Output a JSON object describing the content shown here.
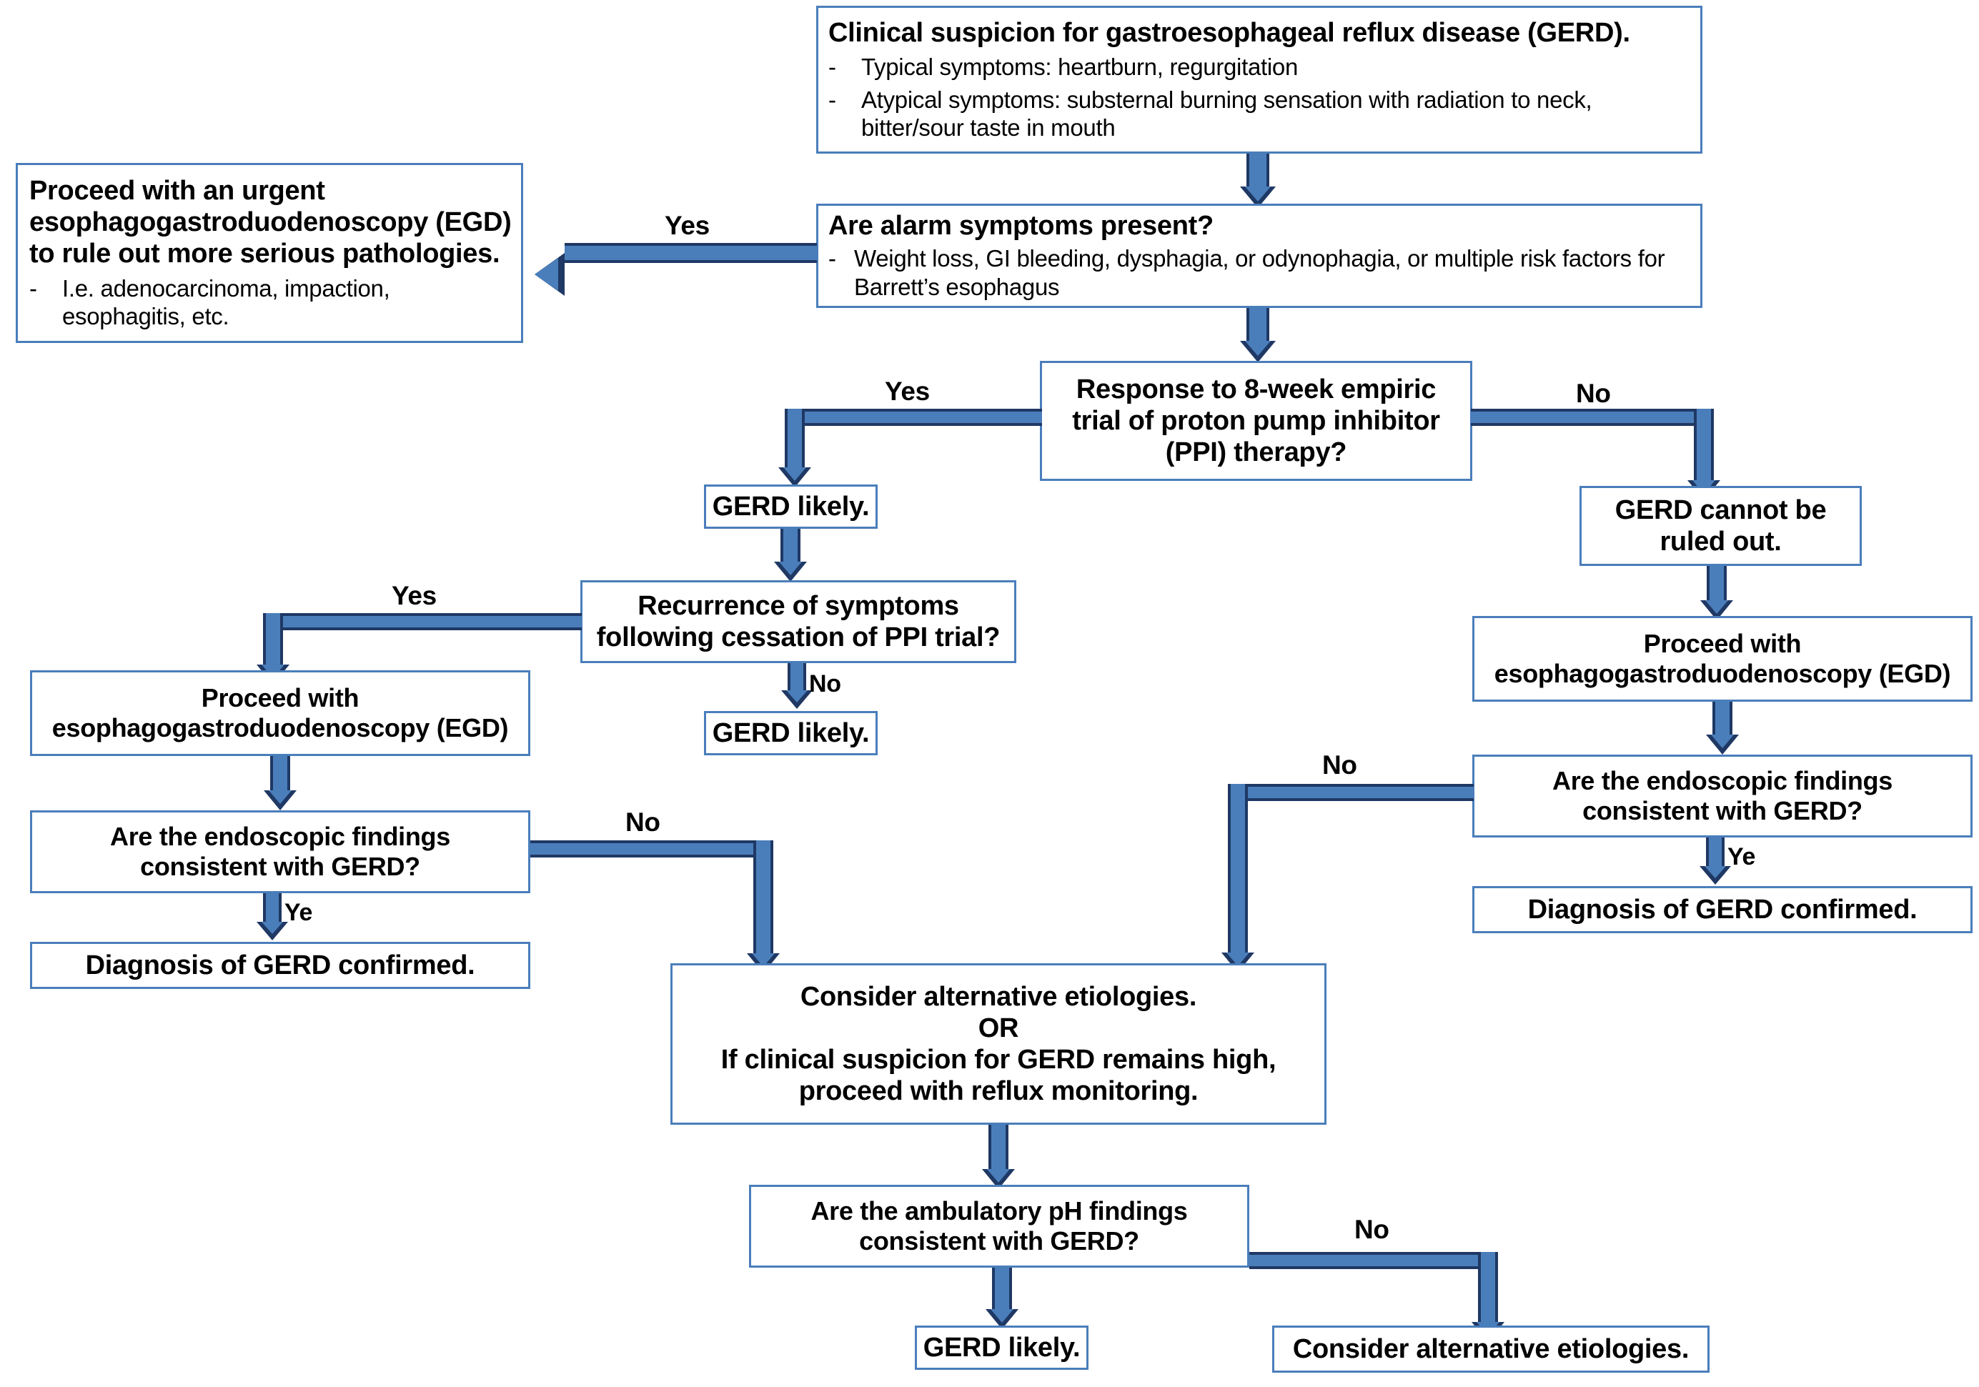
{
  "diagram": {
    "title": "GERD diagnostic algorithm flowchart",
    "colors": {
      "box_border": "#4a7ebb",
      "arrow_outline": "#1f3864",
      "arrow_fill": "#4a7ebb",
      "background": "#ffffff",
      "text": "#000000"
    }
  },
  "nodes": {
    "clinical_suspicion": {
      "heading": "Clinical suspicion for gastroesophageal reflux disease (GERD).",
      "bullets": [
        "Typical symptoms: heartburn, regurgitation",
        "Atypical symptoms: substernal burning sensation with radiation to neck, bitter/sour taste in mouth"
      ]
    },
    "alarm_symptoms": {
      "heading": "Are alarm symptoms present?",
      "bullets": [
        "Weight loss, GI bleeding, dysphagia, or odynophagia, or multiple risk factors for Barrett’s esophagus"
      ]
    },
    "urgent_egd": {
      "heading_line1": "Proceed with an urgent",
      "heading_line2": "esophagogastroduodenoscopy (EGD)",
      "heading_line3": "to rule out more serious pathologies.",
      "bullets": [
        "I.e. adenocarcinoma, impaction, esophagitis, etc."
      ]
    },
    "ppi_response": {
      "line1": "Response to 8-week empiric",
      "line2": "trial of proton pump inhibitor",
      "line3": "(PPI) therapy?"
    },
    "gerd_likely_1": {
      "text": "GERD likely."
    },
    "recurrence": {
      "line1": "Recurrence of symptoms",
      "line2": "following cessation of PPI trial?"
    },
    "gerd_likely_2": {
      "text": "GERD likely."
    },
    "proceed_egd_left": {
      "line1": "Proceed with",
      "line2": "esophagogastroduodenoscopy (EGD)"
    },
    "endoscopic_left": {
      "line1": "Are the endoscopic findings",
      "line2": "consistent with GERD?"
    },
    "diagnosis_left": {
      "text": "Diagnosis of GERD confirmed."
    },
    "gerd_cannot_rule_out": {
      "line1": "GERD cannot be",
      "line2": "ruled out."
    },
    "proceed_egd_right": {
      "line1": "Proceed with",
      "line2": "esophagogastroduodenoscopy (EGD)"
    },
    "endoscopic_right": {
      "line1": "Are the endoscopic findings",
      "line2": "consistent with GERD?"
    },
    "diagnosis_right": {
      "text": "Diagnosis of GERD confirmed."
    },
    "alternative_etiologies": {
      "line1": "Consider alternative etiologies.",
      "line2": "OR",
      "line3": "If clinical suspicion for GERD remains high,",
      "line4": "proceed with reflux monitoring."
    },
    "ambulatory_ph": {
      "line1": "Are the ambulatory pH findings",
      "line2": "consistent with GERD?"
    },
    "gerd_likely_3": {
      "text": "GERD likely."
    },
    "alternative_etiologies_2": {
      "text": "Consider alternative etiologies."
    }
  },
  "edge_labels": {
    "alarm_yes": "Yes",
    "ppi_yes": "Yes",
    "ppi_no": "No",
    "recurrence_yes": "Yes",
    "recurrence_no": "No",
    "endoscopic_left_yes": "Ye",
    "endoscopic_left_no": "No",
    "endoscopic_right_yes": "Ye",
    "endoscopic_right_no": "No",
    "ambulatory_no": "No"
  }
}
